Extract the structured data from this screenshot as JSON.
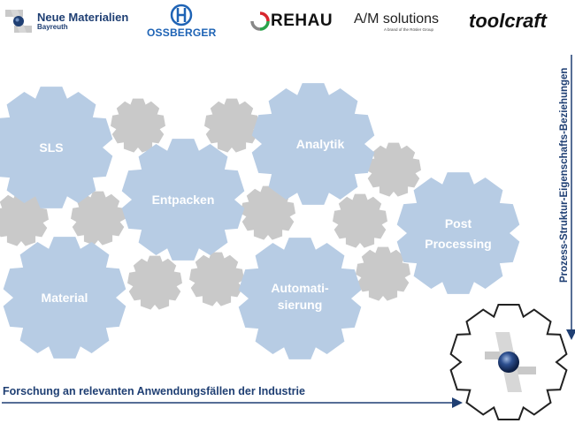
{
  "logos": {
    "nm_name": "Neue Materialien",
    "nm_city": "Bayreuth",
    "ossberger": "OSSBERGER",
    "rehau": "REHAU",
    "am_main": "A/M solutions",
    "am_sub": "A brand of the Rösler Group",
    "toolcraft": "toolcraft"
  },
  "gears": {
    "sls": "SLS",
    "entpacken": "Entpacken",
    "analytik": "Analytik",
    "post_1": "Post",
    "post_2": "Processing",
    "material": "Material",
    "auto_1": "Automati-",
    "auto_2": "sierung"
  },
  "bottom_text": "Forschung an relevanten Anwendungsfällen der Industrie",
  "vertical_text": "Prozess-Struktur-Eigenschafts-Beziehungen",
  "colors": {
    "blue_gear": "#b7cce4",
    "gray_gear": "#c9c9c9",
    "dark_blue": "#1f3f73"
  }
}
